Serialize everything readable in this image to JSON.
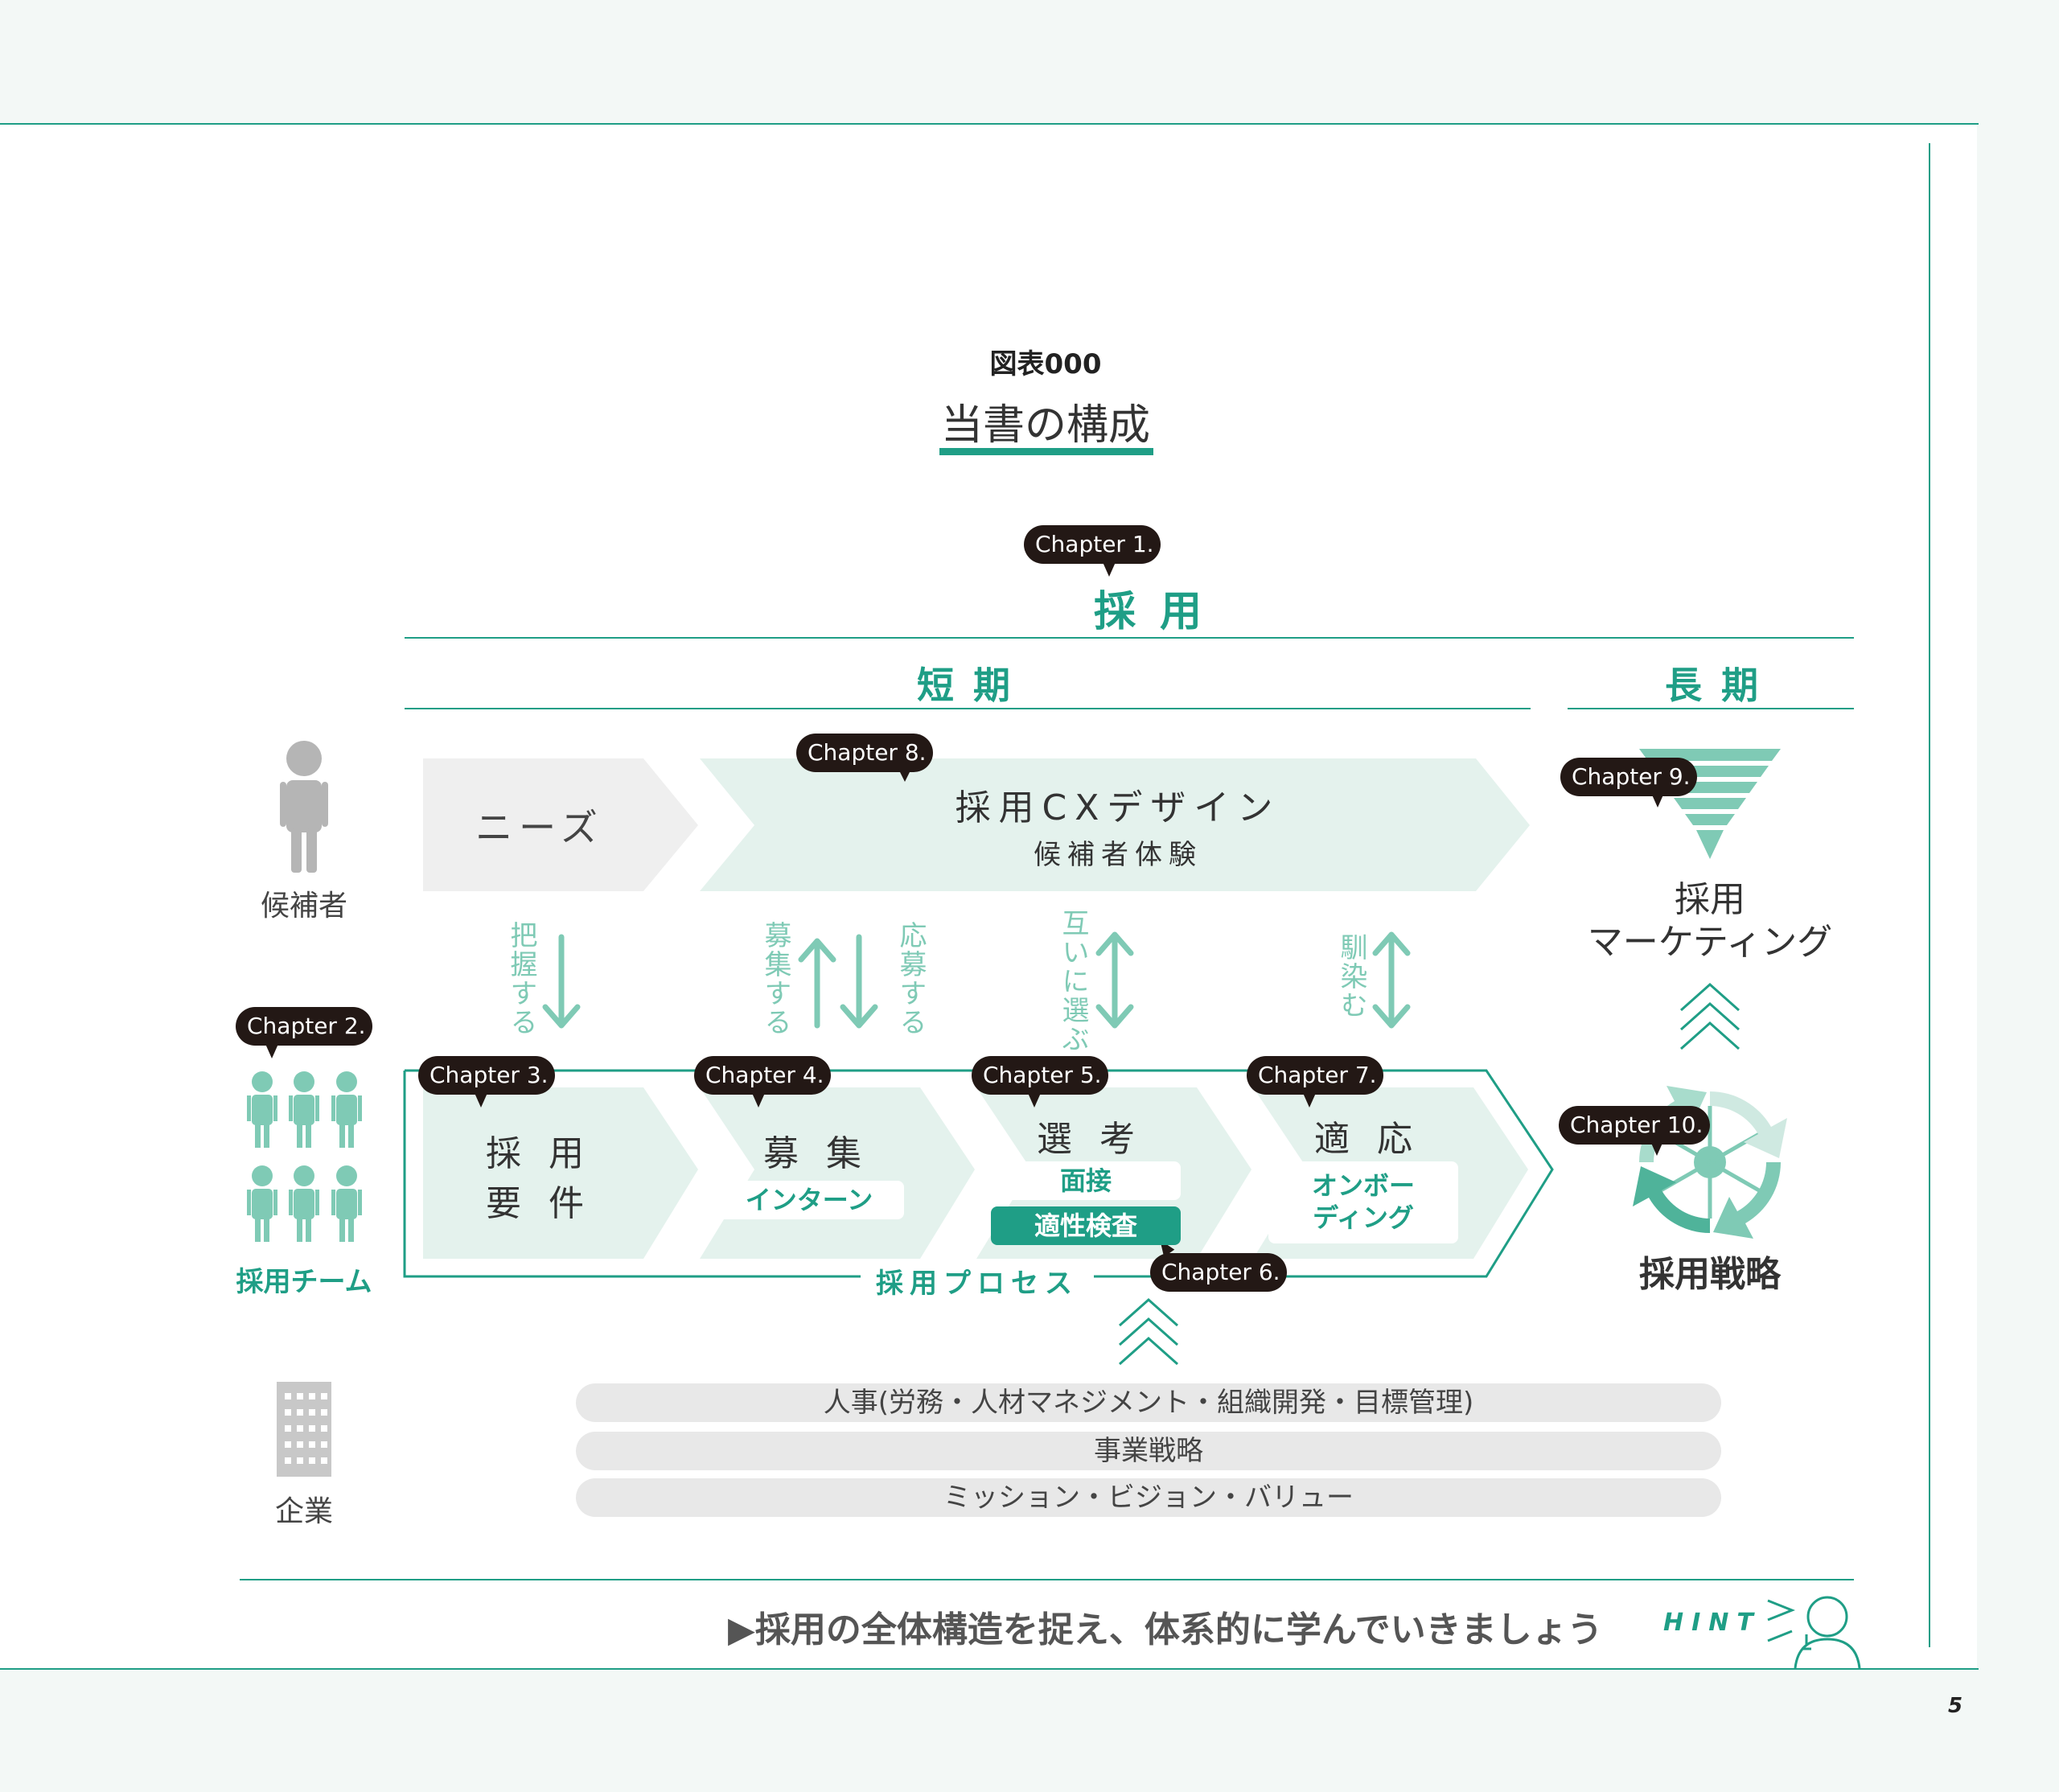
{
  "figure_label": "図表000",
  "title": "当書の構成",
  "top": {
    "chapter": "Chapter 1.",
    "label": "採 用"
  },
  "sections": {
    "short": "短 期",
    "long": "長 期"
  },
  "actors": {
    "candidate": "候補者",
    "team": "採用チーム",
    "company": "企業"
  },
  "chapters": {
    "ch2": "Chapter 2.",
    "ch3": "Chapter 3.",
    "ch4": "Chapter 4.",
    "ch5": "Chapter 5.",
    "ch6": "Chapter 6.",
    "ch7": "Chapter 7.",
    "ch8": "Chapter 8.",
    "ch9": "Chapter 9.",
    "ch10": "Chapter 10."
  },
  "candidate_row": {
    "needs": "ニーズ",
    "cx_title": "採用CXデザイン",
    "cx_sub": "候補者体験"
  },
  "arrows": {
    "a1": "把握する",
    "a2": "募集する",
    "a3": "応募する",
    "a4": "互いに選ぶ",
    "a5": "馴染む"
  },
  "process": {
    "label": "採用プロセス",
    "s1_line1": "採 用",
    "s1_line2": "要 件",
    "s2_title": "募 集",
    "s2_sub": "インターン",
    "s3_title": "選 考",
    "s3_sub1": "面接",
    "s3_sub2": "適性検査",
    "s4_title": "適 応",
    "s4_sub_line1": "オンボー",
    "s4_sub_line2": "ディング"
  },
  "right": {
    "marketing_line1": "採用",
    "marketing_line2": "マーケティング",
    "strategy": "採用戦略"
  },
  "foundation": [
    "人事(労務・人材マネジメント・組織開発・目標管理)",
    "事業戦略",
    "ミッション・ビジョン・バリュー"
  ],
  "footer": {
    "message": "▶採用の全体構造を捉え、体系的に学んでいきましょう",
    "hint": "HINT"
  },
  "page_number": "5",
  "colors": {
    "accent": "#1f9e86",
    "light_green": "#e4f2ed",
    "arrow_green": "#7fcab5",
    "dark": "#231815",
    "gray": "#efefef"
  }
}
